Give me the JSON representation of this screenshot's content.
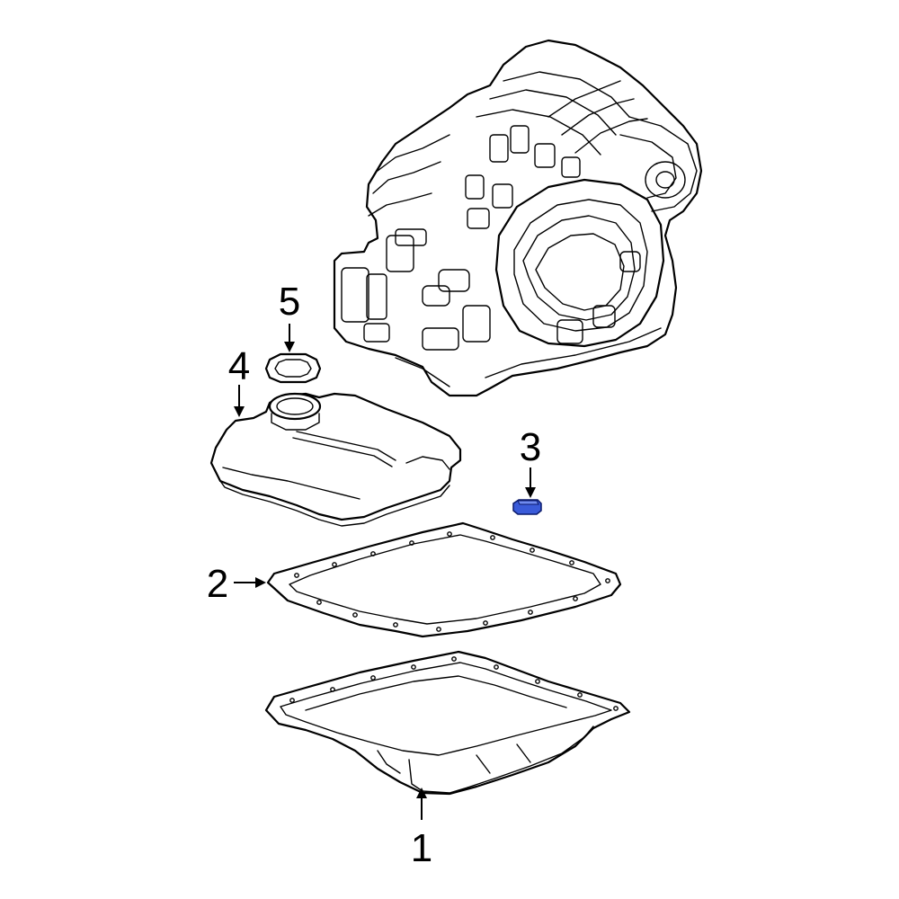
{
  "callouts": [
    {
      "id": "1",
      "label": "1"
    },
    {
      "id": "2",
      "label": "2"
    },
    {
      "id": "3",
      "label": "3"
    },
    {
      "id": "4",
      "label": "4"
    },
    {
      "id": "5",
      "label": "5"
    }
  ],
  "colors": {
    "line": "#000000",
    "background": "#ffffff",
    "highlight_part_fill": "#3a5bd9",
    "highlight_part_stroke": "#0b1a6b"
  },
  "highlighted_callout": "3"
}
